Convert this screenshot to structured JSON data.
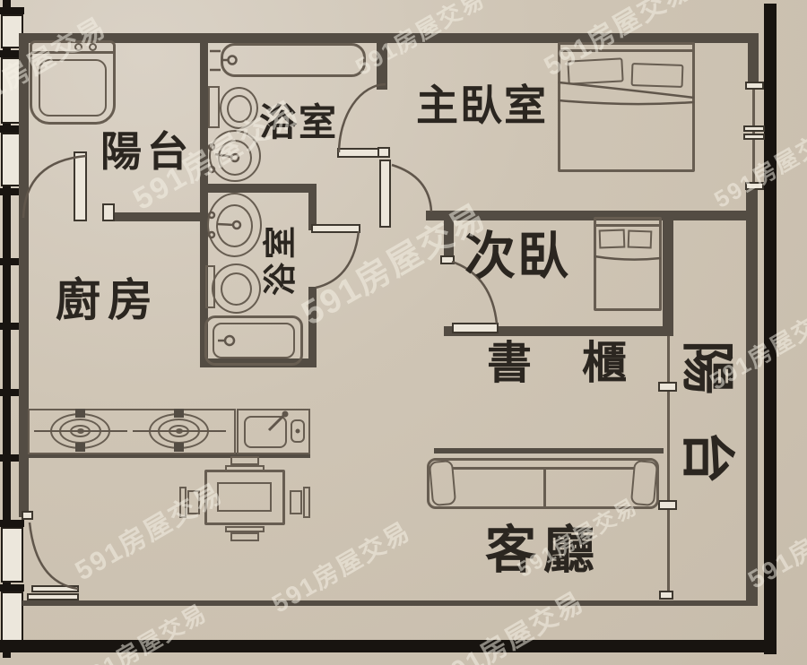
{
  "floorplan": {
    "rooms": {
      "balcony_top": {
        "label": "陽台"
      },
      "main_bathroom": {
        "label": "浴室"
      },
      "master_bedroom": {
        "label": "主臥室"
      },
      "kitchen": {
        "label": "廚房"
      },
      "second_bathroom": {
        "label": "浴室"
      },
      "second_bedroom": {
        "label": "次臥"
      },
      "bookcase": {
        "label": "書櫃"
      },
      "living_room": {
        "label": "客廳"
      },
      "side_balcony": {
        "label": "陽台"
      }
    },
    "watermark": {
      "text": "591房屋交易"
    },
    "colors": {
      "paper": "#cfc5b5",
      "wall": "#534c43",
      "furniture_line": "#675d51",
      "frame": "#181410",
      "label_text": "#2b2620",
      "watermark": "rgba(246,241,231,0.52)"
    }
  }
}
